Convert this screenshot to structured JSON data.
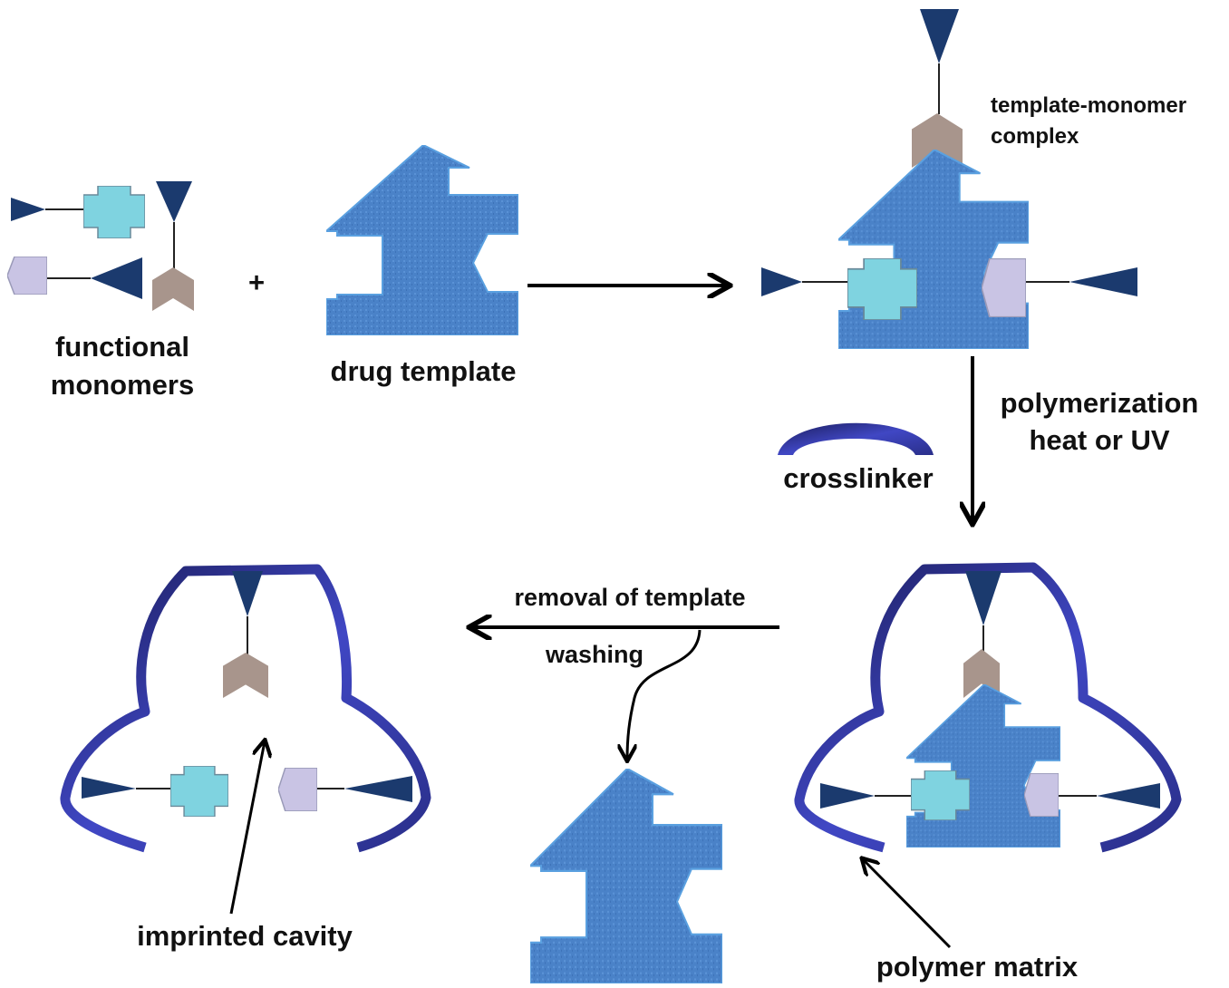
{
  "labels": {
    "functional": "functional",
    "monomers": "monomers",
    "plus": "+",
    "drug_template": "drug template",
    "complex_line1": "template-monomer",
    "complex_line2": "complex",
    "polymerization": "polymerization",
    "heat_or_uv": "heat or UV",
    "crosslinker": "crosslinker",
    "removal": "removal of template",
    "washing": "washing",
    "imprinted_cavity": "imprinted cavity",
    "polymer_matrix": "polymer matrix"
  },
  "colors": {
    "template": "#4a82c8",
    "cross_monomer": "#7fd3e0",
    "hex_monomer": "#c9c4e4",
    "triangle": "#1b3a6e",
    "chevron": "#a8958c",
    "polymer": "#3a3fb0"
  }
}
